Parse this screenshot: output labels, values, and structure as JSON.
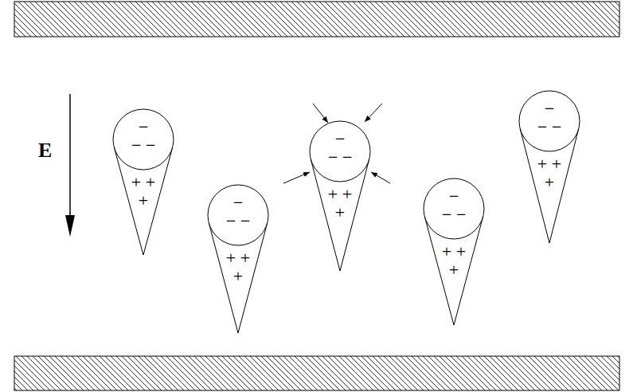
{
  "diagram": {
    "nodes": [
      {
        "text": [
          "− − −",
          "+ + +"
        ]
      },
      {
        "text": [
          "− − −",
          "+ + +"
        ]
      },
      {
        "text": [
          "− − −",
          "+ + +"
        ]
      },
      {
        "text": [
          "− − −",
          "+ + +"
        ]
      },
      {
        "text": [
          "− − −",
          "+ + +"
        ]
      }
    ],
    "labels": [
      "E"
    ]
  }
}
